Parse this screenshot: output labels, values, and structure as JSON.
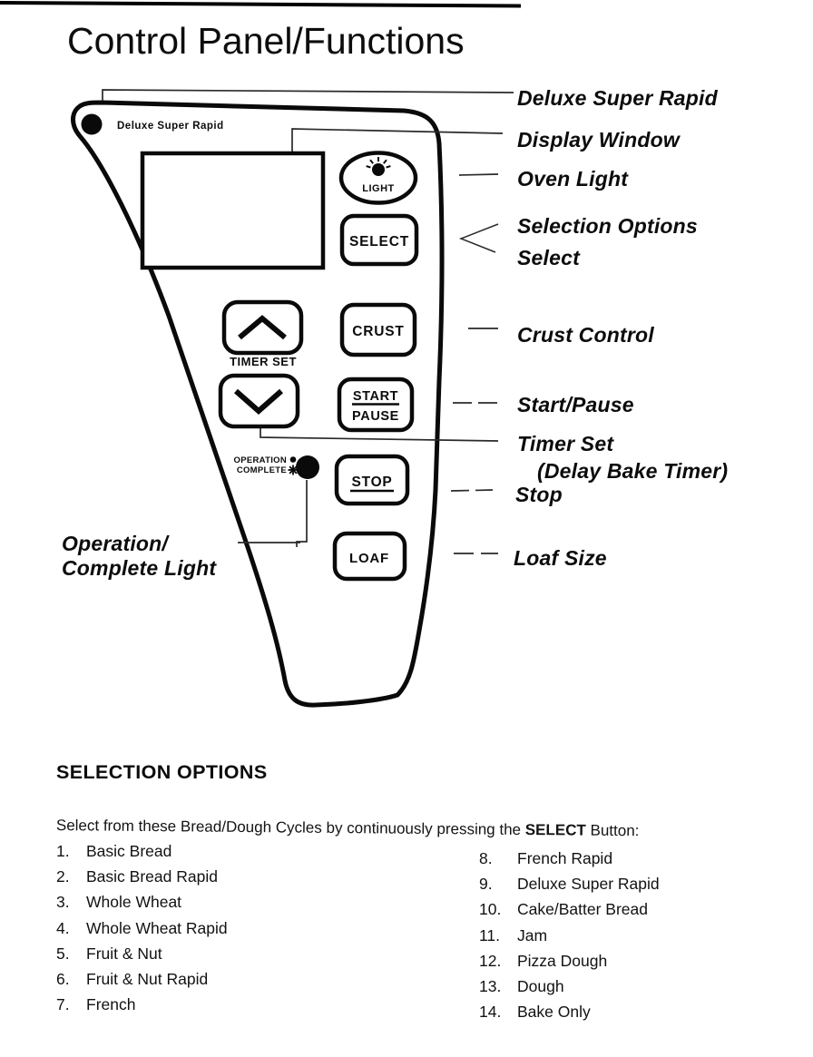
{
  "page": {
    "title": "Control Panel/Functions"
  },
  "colors": {
    "ink": "#0c0c0c",
    "background": "#ffffff"
  },
  "panel": {
    "indicator_label": "Deluxe Super Rapid",
    "timer_set_label": "TIMER SET",
    "operation_label": "OPERATION",
    "complete_label": "COMPLETE",
    "buttons": {
      "light": "LIGHT",
      "select": "SELECT",
      "crust": "CRUST",
      "start": "START",
      "pause": "PAUSE",
      "stop": "STOP",
      "loaf": "LOAF"
    }
  },
  "callouts": {
    "deluxe_super_rapid": "Deluxe Super Rapid",
    "display_window": "Display Window",
    "oven_light": "Oven Light",
    "selection_options": "Selection Options",
    "select": "Select",
    "crust_control": "Crust Control",
    "start_pause": "Start/Pause",
    "timer_set": "Timer Set",
    "delay_bake_timer": "(Delay Bake Timer)",
    "stop": "Stop",
    "loaf_size": "Loaf Size",
    "operation_line1": "Operation/",
    "operation_line2": "Complete Light"
  },
  "selection_options": {
    "heading": "SELECTION OPTIONS",
    "intro_prefix": "Select from these Bread/Dough Cycles by continuously pressing the ",
    "intro_bold": "SELECT",
    "intro_suffix": " Button:",
    "left": [
      {
        "num": "1.",
        "label": "Basic Bread"
      },
      {
        "num": "2.",
        "label": "Basic Bread Rapid"
      },
      {
        "num": "3.",
        "label": "Whole Wheat"
      },
      {
        "num": "4.",
        "label": "Whole Wheat Rapid"
      },
      {
        "num": "5.",
        "label": "Fruit & Nut"
      },
      {
        "num": "6.",
        "label": "Fruit & Nut Rapid"
      },
      {
        "num": "7.",
        "label": "French"
      }
    ],
    "right": [
      {
        "num": "8.",
        "label": "French Rapid"
      },
      {
        "num": "9.",
        "label": "Deluxe Super Rapid"
      },
      {
        "num": "10.",
        "label": "Cake/Batter Bread"
      },
      {
        "num": "11.",
        "label": "Jam"
      },
      {
        "num": "12.",
        "label": "Pizza Dough"
      },
      {
        "num": "13.",
        "label": "Dough"
      },
      {
        "num": "14.",
        "label": "Bake Only"
      }
    ]
  }
}
